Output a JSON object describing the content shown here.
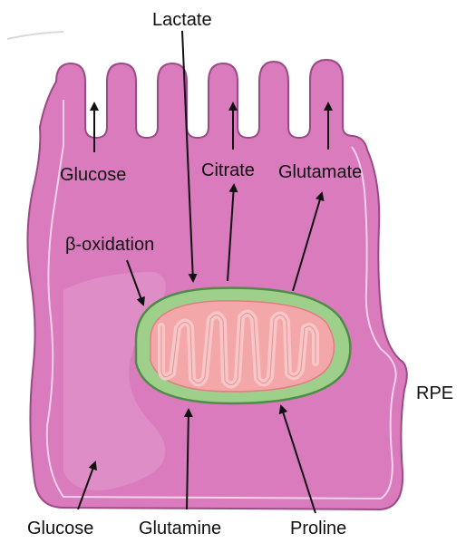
{
  "labels": {
    "lactate": "Lactate",
    "glucose_top": "Glucose",
    "citrate": "Citrate",
    "glutamate": "Glutamate",
    "beta_oxidation": "β-oxidation",
    "rpe": "RPE",
    "glucose_bottom": "Glucose",
    "glutamine": "Glutamine",
    "proline": "Proline"
  },
  "colors": {
    "cell_fill": "#d97bbd",
    "cell_stroke": "#9c4a86",
    "cell_inner_highlight": "#f3c7e4",
    "mito_outer": "#9fd08b",
    "mito_outer_stroke": "#4e8c48",
    "mito_inner": "#f4a7a9",
    "mito_cristae": "#f7c6c7",
    "arrow": "#111111"
  }
}
